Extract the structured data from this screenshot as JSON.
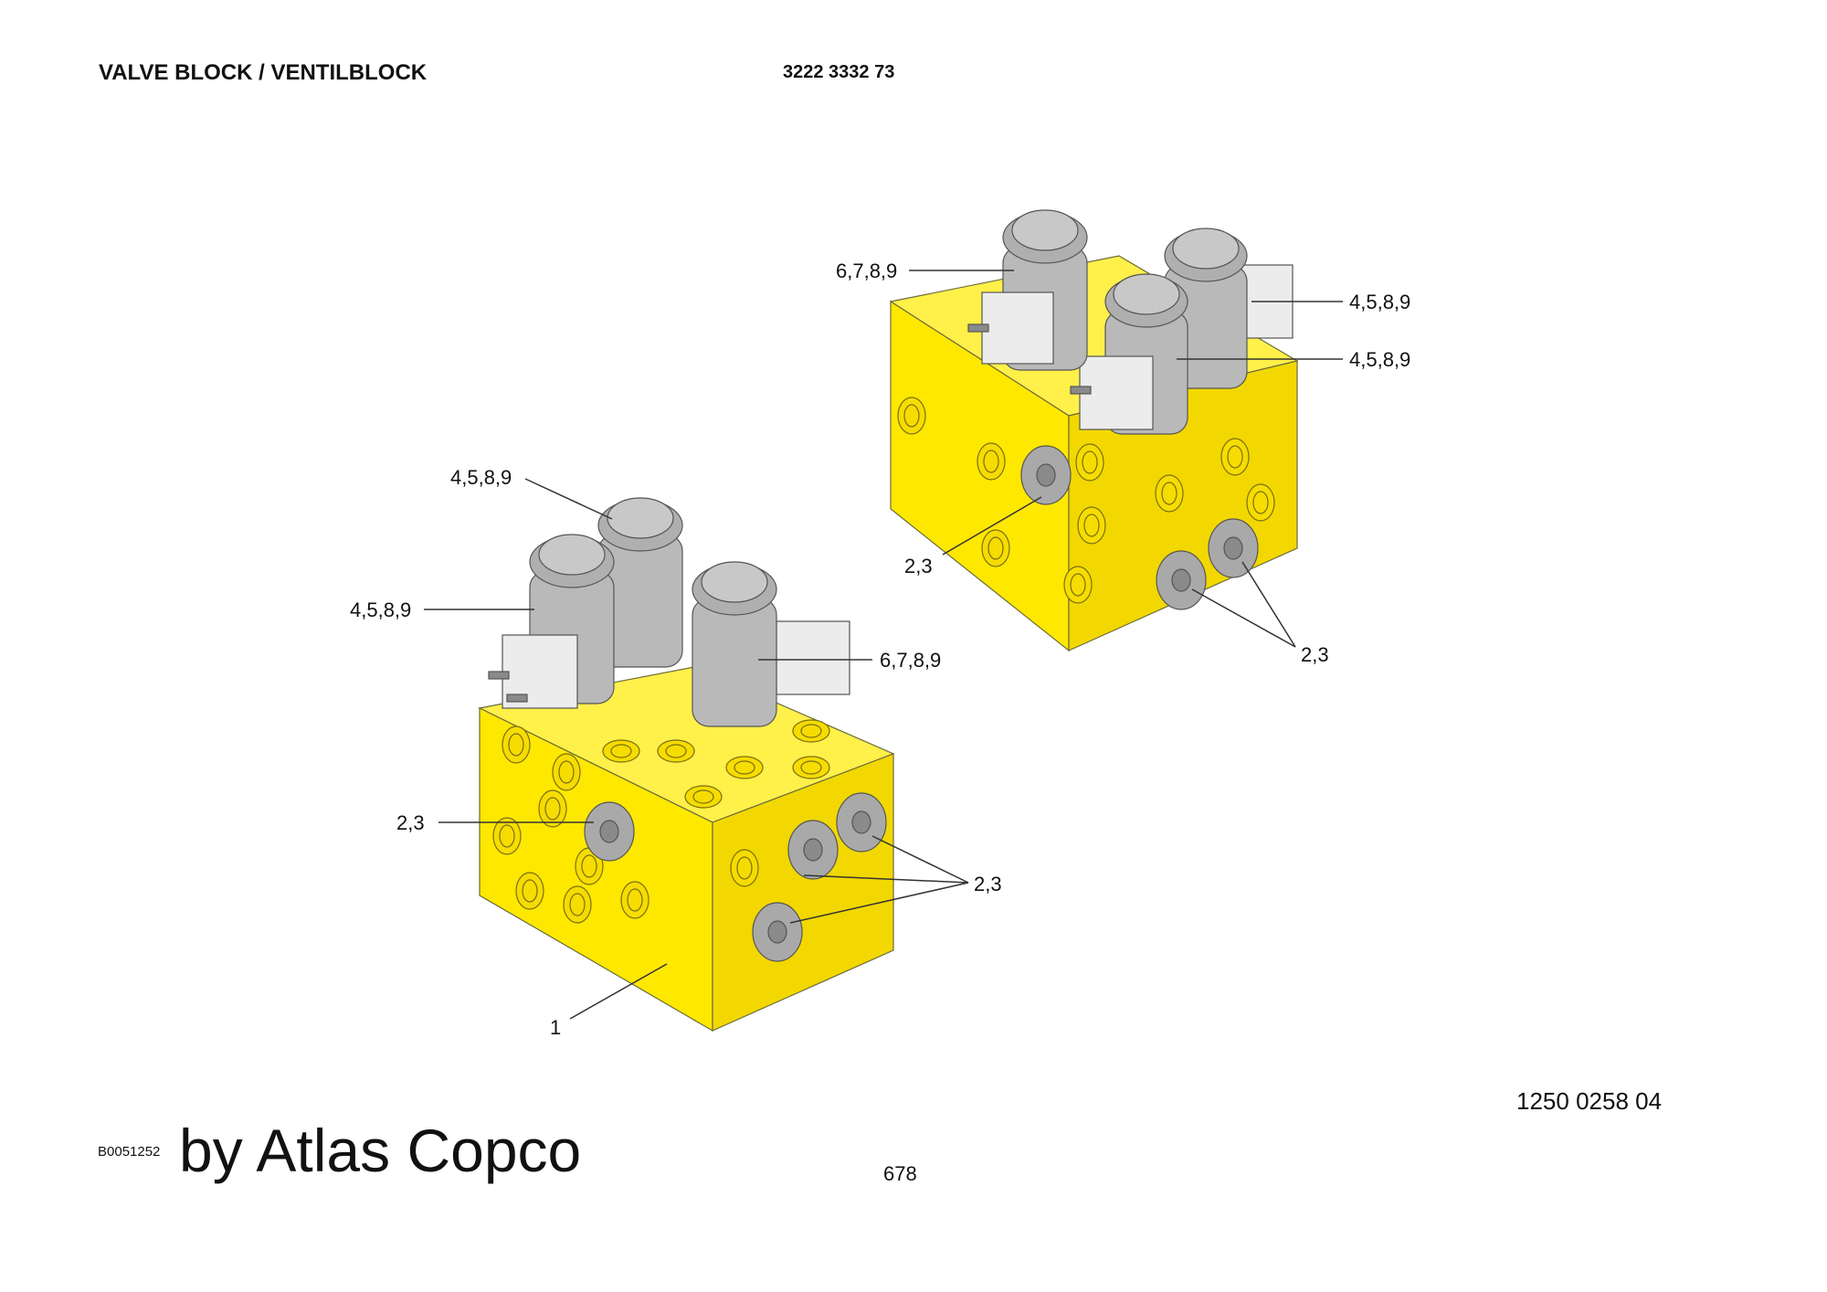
{
  "header": {
    "title": "VALVE BLOCK / VENTILBLOCK",
    "part_number": "3222 3332 73"
  },
  "footer": {
    "reference_code": "1250 0258 04",
    "image_code": "B0051252",
    "brand": "by Atlas Copco",
    "page_number": "678"
  },
  "callouts": {
    "upper_coil_front": "6,7,8,9",
    "upper_coil_right_top": "4,5,8,9",
    "upper_coil_right_mid": "4,5,8,9",
    "upper_plug_front": "2,3",
    "upper_plugs_right": "2,3",
    "lower_coil_top": "4,5,8,9",
    "lower_coil_left": "4,5,8,9",
    "lower_coil_right": "6,7,8,9",
    "lower_plug_front": "2,3",
    "lower_plugs_right": "2,3",
    "lower_block": "1"
  },
  "colors": {
    "block_top": "#FFF04A",
    "block_front": "#FFE800",
    "block_side": "#F2D800",
    "coil": "#B9B9B9",
    "plug": "#A9A9A9",
    "connector": "#ECECEC",
    "line": "#333333"
  }
}
